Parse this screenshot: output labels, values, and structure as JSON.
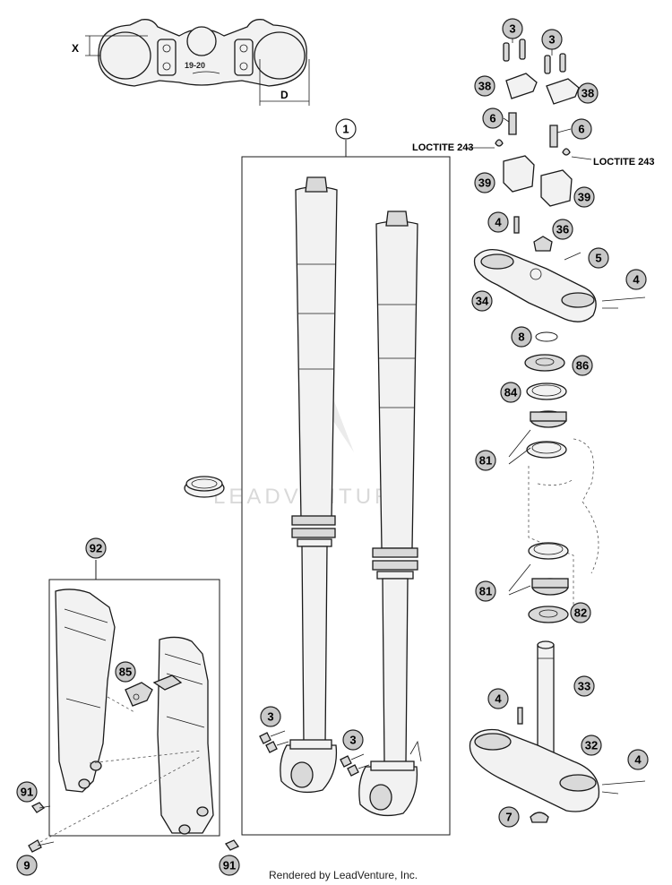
{
  "diagram": {
    "loctite_left": "LOCTITE 243",
    "loctite_right": "LOCTITE 243",
    "dim_x": "X",
    "dim_d": "D",
    "clamp_mark": "19-20",
    "watermark": "LEADVENTURE",
    "footer": "Rendered by LeadVenture, Inc.",
    "callouts": {
      "c1": "1",
      "c3a": "3",
      "c3b": "3",
      "c38a": "38",
      "c38b": "38",
      "c6a": "6",
      "c6b": "6",
      "c39a": "39",
      "c39b": "39",
      "c4a": "4",
      "c36": "36",
      "c5": "5",
      "c4b": "4",
      "c34": "34",
      "c8": "8",
      "c86": "86",
      "c84": "84",
      "c81a": "81",
      "c81b": "81",
      "c82": "82",
      "c33": "33",
      "c4c": "4",
      "c32": "32",
      "c4d": "4",
      "c7": "7",
      "c92": "92",
      "c85": "85",
      "c91a": "91",
      "c9": "9",
      "c91b": "91",
      "c3c": "3",
      "c3d": "3"
    }
  }
}
